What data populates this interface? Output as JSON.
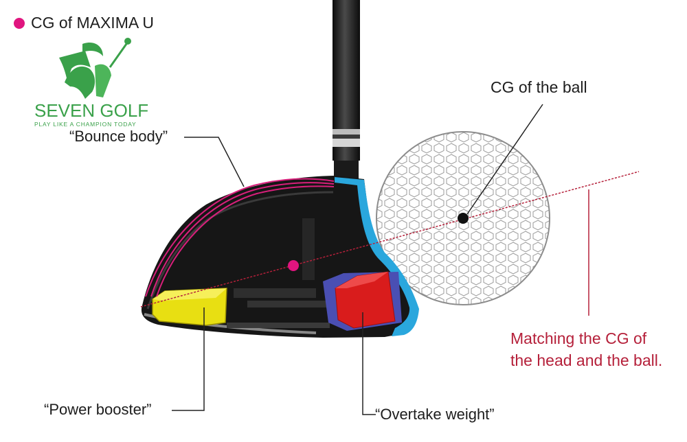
{
  "legend": {
    "text": "CG of MAXIMA U",
    "color": "#e0157f"
  },
  "labels": {
    "cg_ball": "CG of the ball",
    "bounce_body": "“Bounce body”",
    "power_booster": "“Power booster”",
    "overtake_weight": "“Overtake weight”",
    "matching_line1": "Matching the CG of",
    "matching_line2": "the head and the ball."
  },
  "logo": {
    "brand": "SEVEN GOLF",
    "tagline": "PLAY LIKE A CHAMPION TODAY"
  },
  "colors": {
    "accent_red": "#b5203a",
    "cg_magenta": "#e0157f",
    "logo_green": "#3aa14a",
    "face_blue": "#2aa7dd",
    "booster_yellow": "#e8df12",
    "weight_red": "#d91c1c",
    "weight_blue": "#4a4fb3"
  }
}
